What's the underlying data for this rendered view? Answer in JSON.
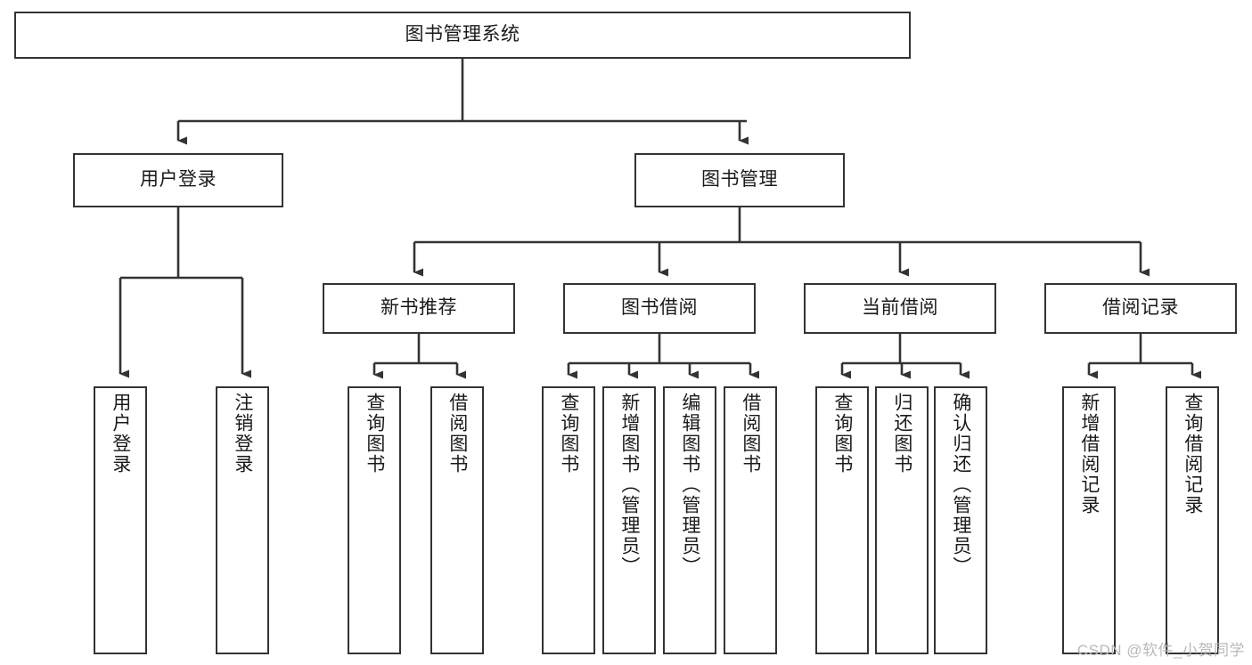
{
  "diagram": {
    "type": "tree-hierarchy-chart",
    "title": "图书管理系统",
    "watermark": "CSDN @软件_小贺同学",
    "colors": {
      "box_border": "#333333",
      "box_fill": "#ffffff",
      "connector": "#333333",
      "text": "#1a1a1a",
      "watermark": "#b9b9b9"
    },
    "root": {
      "label": "图书管理系统"
    },
    "level2": [
      {
        "label": "用户登录"
      },
      {
        "label": "图书管理"
      }
    ],
    "level3": [
      {
        "label": "新书推荐"
      },
      {
        "label": "图书借阅"
      },
      {
        "label": "当前借阅"
      },
      {
        "label": "借阅记录"
      }
    ],
    "leaves": [
      {
        "label": "用户登录"
      },
      {
        "label": "注销登录"
      },
      {
        "label": "查询图书"
      },
      {
        "label": "借阅图书"
      },
      {
        "label": "查询图书"
      },
      {
        "label": "新增图书（管理员）"
      },
      {
        "label": "编辑图书（管理员）"
      },
      {
        "label": "借阅图书"
      },
      {
        "label": "查询图书"
      },
      {
        "label": "归还图书"
      },
      {
        "label": "确认归还（管理员）"
      },
      {
        "label": "新增借阅记录"
      },
      {
        "label": "查询借阅记录"
      }
    ]
  }
}
